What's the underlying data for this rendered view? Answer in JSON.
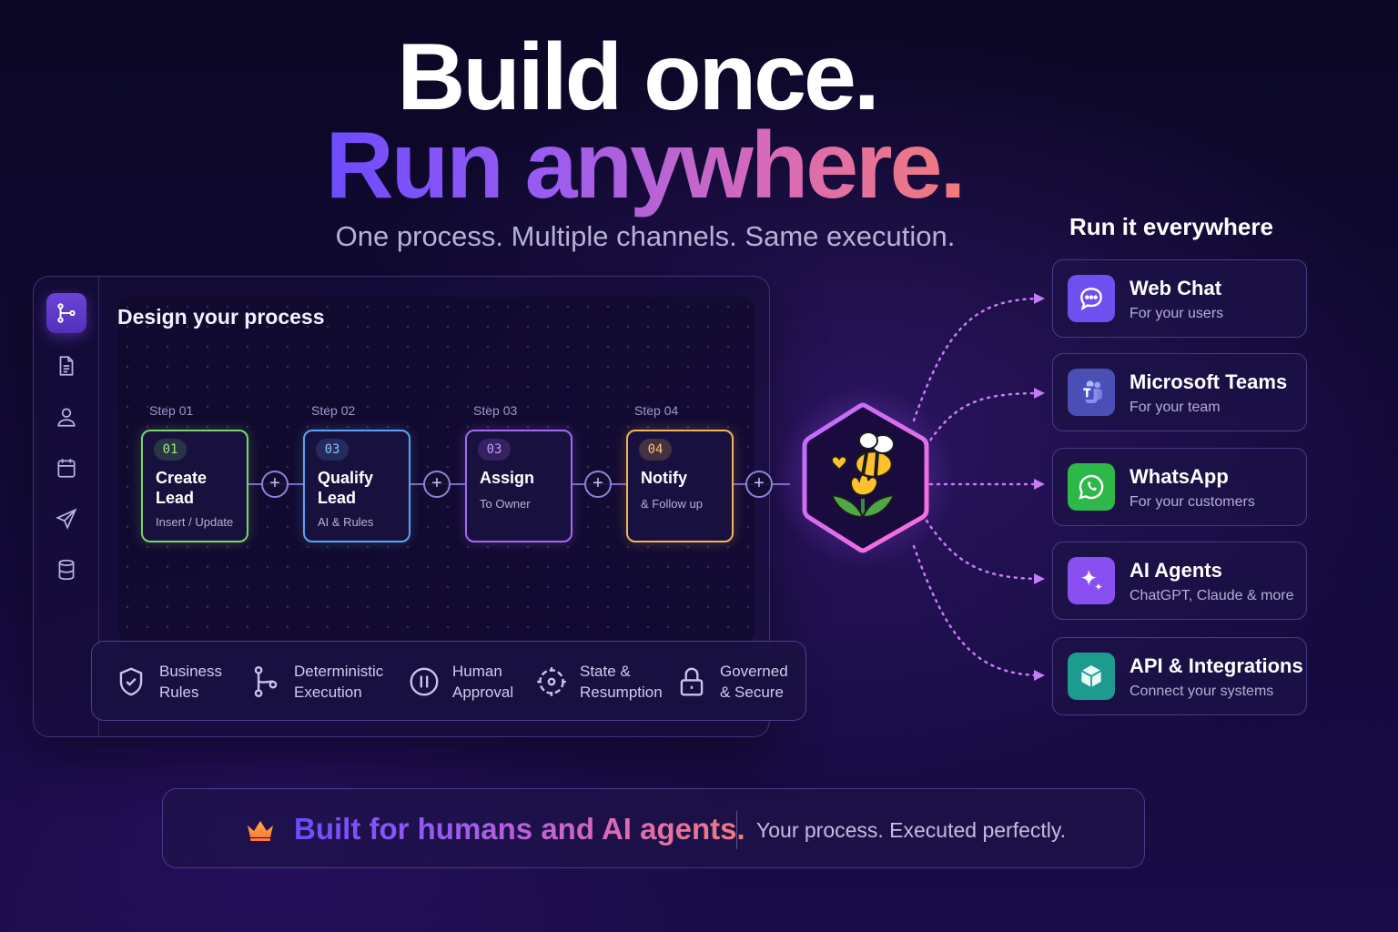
{
  "hero": {
    "line1": "Build once.",
    "line2": "Run anywhere.",
    "subtitle": "One process. Multiple channels. Same execution."
  },
  "designer": {
    "title": "Design your process",
    "rail": [
      "branch-icon",
      "document-icon",
      "user-icon",
      "calendar-icon",
      "send-icon",
      "database-icon"
    ],
    "steps": [
      {
        "step": "Step 01",
        "num": "01",
        "title": "Create Lead",
        "desc": "Insert / Update",
        "color": "#7bd66a"
      },
      {
        "step": "Step 02",
        "num": "03",
        "title": "Qualify Lead",
        "desc": "AI & Rules",
        "color": "#5fa4f0"
      },
      {
        "step": "Step 03",
        "num": "03",
        "title": "Assign",
        "desc": "To Owner",
        "color": "#a46af0"
      },
      {
        "step": "Step 04",
        "num": "04",
        "title": "Notify",
        "desc": "& Follow up",
        "color": "#f0b45a"
      }
    ],
    "features": [
      {
        "icon": "shield-check-icon",
        "l1": "Business",
        "l2": "Rules"
      },
      {
        "icon": "branch-icon",
        "l1": "Deterministic",
        "l2": "Execution"
      },
      {
        "icon": "pause-icon",
        "l1": "Human",
        "l2": "Approval"
      },
      {
        "icon": "resume-icon",
        "l1": "State &",
        "l2": "Resumption"
      },
      {
        "icon": "lock-icon",
        "l1": "Governed",
        "l2": "& Secure"
      }
    ]
  },
  "channels": {
    "title": "Run it everywhere",
    "items": [
      {
        "name": "Web Chat",
        "sub": "For your users",
        "icon": "chat-icon",
        "color": "#6e4ff0"
      },
      {
        "name": "Microsoft Teams",
        "sub": "For your team",
        "icon": "teams-icon",
        "color": "#5b5fc7"
      },
      {
        "name": "WhatsApp",
        "sub": "For your customers",
        "icon": "whatsapp-icon",
        "color": "#2fb84a"
      },
      {
        "name": "AI Agents",
        "sub": "ChatGPT, Claude & more",
        "icon": "sparkle-icon",
        "color": "#8a4ff0"
      },
      {
        "name": "API & Integrations",
        "sub": "Connect your systems",
        "icon": "cube-icon",
        "color": "#1e9b8f"
      }
    ]
  },
  "footer": {
    "tagline": "Built for humans and AI agents.",
    "sub": "Your process. Executed perfectly.",
    "icon": "crown-icon"
  }
}
